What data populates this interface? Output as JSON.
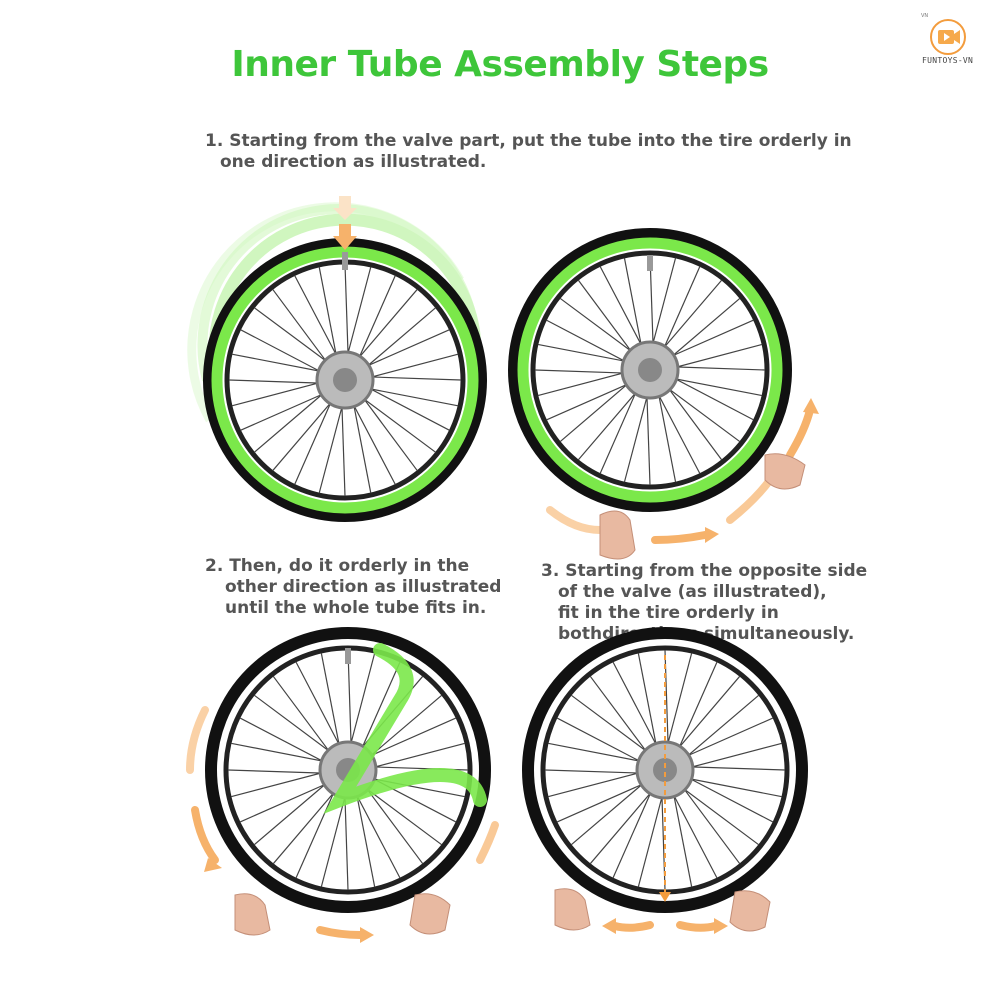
{
  "title": "Inner Tube Assembly Steps",
  "steps": [
    {
      "lines": [
        "1. Starting from the valve part, put the tube into the tire orderly in",
        "one direction as illustrated."
      ]
    },
    {
      "lines": [
        "2. Then, do it orderly in the",
        "other direction as illustrated",
        "until the whole tube fits in."
      ]
    },
    {
      "lines": [
        "3. Starting from the opposite side",
        "of the valve (as illustrated),",
        "fit in the tire orderly in",
        "bothdirections simultaneously."
      ]
    }
  ],
  "logo": {
    "text": "FUNTOYS-VN",
    "small": "VN"
  },
  "colors": {
    "title": "#3ec63a",
    "tube": "#7be84a",
    "arrow": "#f6b26b",
    "text": "#555555"
  }
}
